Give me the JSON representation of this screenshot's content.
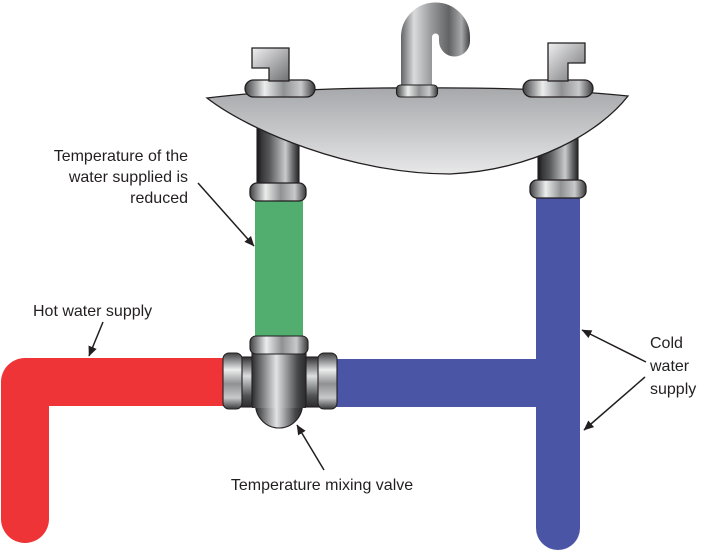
{
  "diagram": {
    "type": "plumbing-temperature-mixing-valve-schematic",
    "labels": {
      "reduced_temperature": {
        "lines": [
          "Temperature of the",
          "water supplied is",
          "reduced"
        ]
      },
      "hot_supply": {
        "text": "Hot water supply"
      },
      "cold_supply": {
        "lines": [
          "Cold",
          "water",
          "supply"
        ]
      },
      "mixing_valve": {
        "text": "Temperature mixing valve"
      }
    },
    "colors": {
      "hot_water_pipe": "#ee3437",
      "cold_water_pipe": "#4b55a5",
      "mixed_water_pipe": "#52ae6f",
      "line_and_text": "#231f20",
      "background": "#ffffff"
    }
  }
}
